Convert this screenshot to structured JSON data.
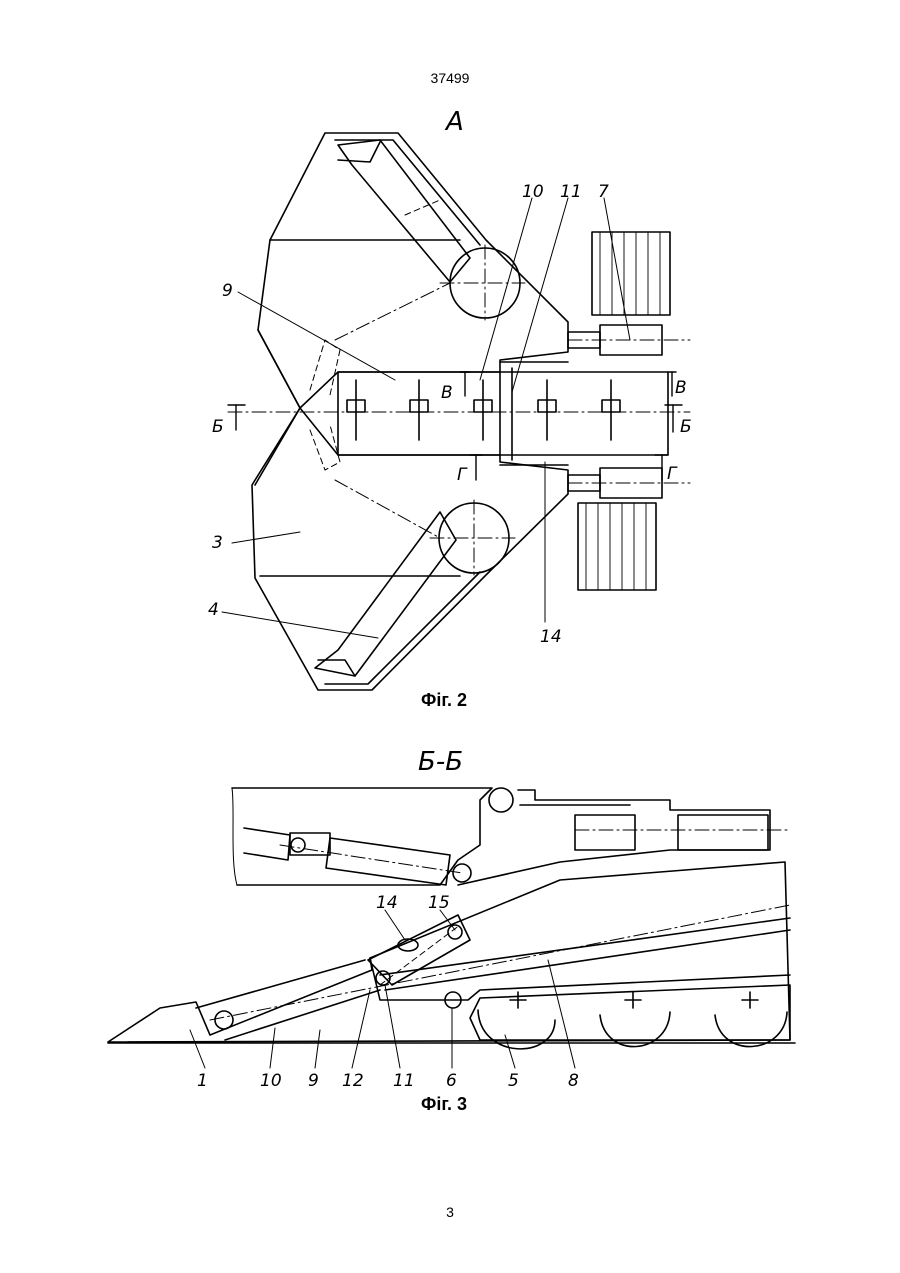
{
  "header": {
    "doc_number": "37499"
  },
  "fig2": {
    "view_label": "A",
    "caption": "Фіг. 2",
    "refs": {
      "r10": "10",
      "r11": "11",
      "r7": "7",
      "r9": "9",
      "r3": "3",
      "r4": "4",
      "r14": "14"
    },
    "section_marks": {
      "b_left": "Б",
      "b_right": "Б",
      "v_left": "В",
      "v_right": "В",
      "g_left": "Г",
      "g_right": "Г"
    }
  },
  "fig3": {
    "view_label": "Б-Б",
    "caption": "Фіг. 3",
    "refs": {
      "r14": "14",
      "r15": "15",
      "r1": "1",
      "r10": "10",
      "r9": "9",
      "r12": "12",
      "r11": "11",
      "r6": "6",
      "r5": "5",
      "r8": "8"
    }
  },
  "footer": {
    "page_number": "3"
  }
}
